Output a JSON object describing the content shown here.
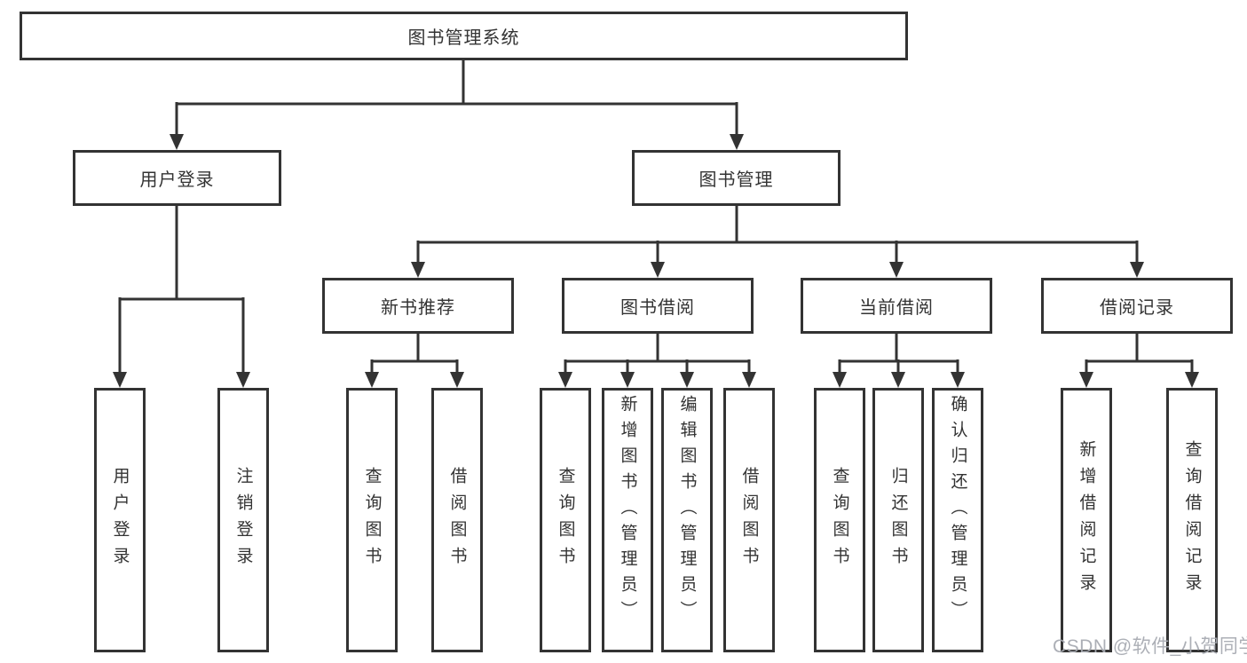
{
  "nodes": {
    "root": {
      "label": "图书管理系统"
    },
    "user_login": {
      "label": "用户登录"
    },
    "book_management": {
      "label": "图书管理"
    },
    "new_book_recommend": {
      "label": "新书推荐"
    },
    "book_borrow": {
      "label": "图书借阅"
    },
    "current_borrow": {
      "label": "当前借阅"
    },
    "borrow_records": {
      "label": "借阅记录"
    },
    "leaf_user_login": {
      "label": "用户登录"
    },
    "leaf_logout": {
      "label": "注销登录"
    },
    "leaf_nb_query": {
      "label": "查询图书"
    },
    "leaf_nb_borrow": {
      "label": "借阅图书"
    },
    "leaf_bb_query": {
      "label": "查询图书"
    },
    "leaf_bb_add": {
      "label": "新增图书（管理员）"
    },
    "leaf_bb_edit": {
      "label": "编辑图书（管理员）"
    },
    "leaf_bb_borrow": {
      "label": "借阅图书"
    },
    "leaf_cb_query": {
      "label": "查询图书"
    },
    "leaf_cb_return": {
      "label": "归还图书"
    },
    "leaf_cb_confirm": {
      "label": "确认归还（管理员）"
    },
    "leaf_br_add": {
      "label": "新增借阅记录"
    },
    "leaf_br_query": {
      "label": "查询借阅记录"
    }
  },
  "watermark": {
    "text": "CSDN @软件_小贺同学"
  },
  "colors": {
    "line": "#333333",
    "text": "#333333",
    "box_fill": "#ffffff",
    "background": "#ffffff",
    "watermark": "#a8abb2"
  }
}
